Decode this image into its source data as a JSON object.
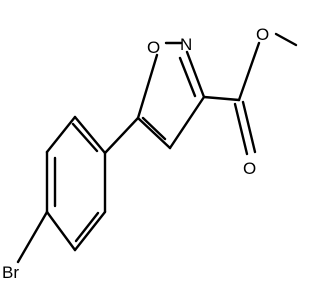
{
  "molecule": {
    "atom_labels": {
      "ring_oxygen": "O",
      "ring_nitrogen": "N",
      "ester_oxygen": "O",
      "carbonyl_oxygen": "O",
      "bromine": "Br"
    }
  },
  "colors": {
    "background": "#ffffff",
    "bond": "#000000",
    "text": "#000000"
  }
}
